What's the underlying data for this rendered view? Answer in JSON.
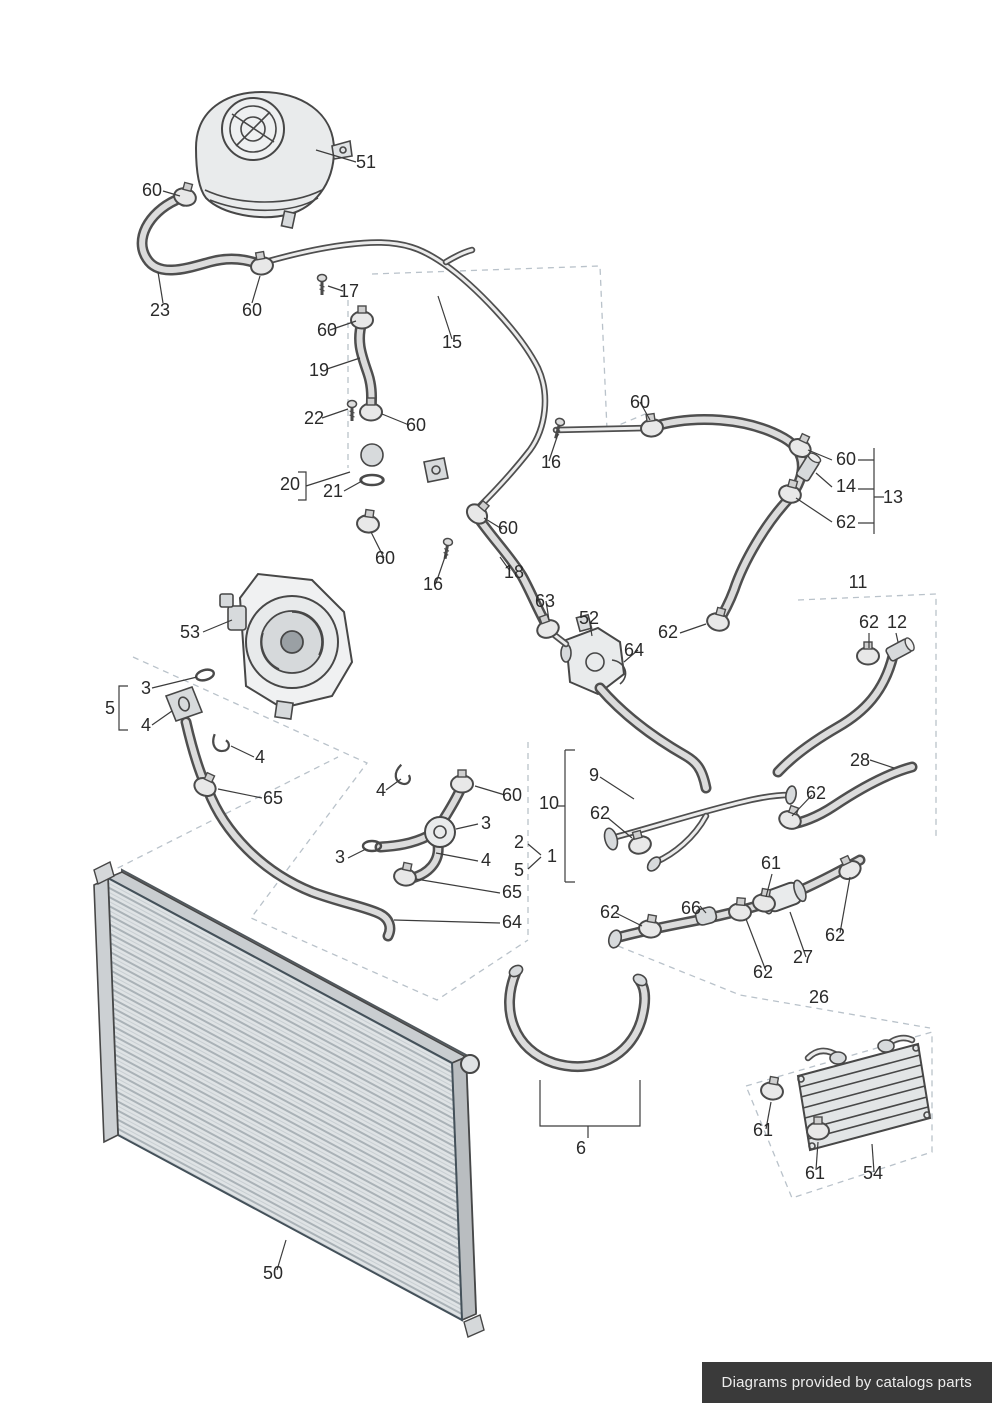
{
  "colors": {
    "ink": "#3c3c3c",
    "label_text": "#2a2a2a",
    "construction_dash": "#b9c2ca",
    "hose_outline": "#4f4f4f",
    "hose_fill": "#dcdcdc",
    "metal_fill": "#e9ebec",
    "footer_bg": "#3a3a3a",
    "footer_text": "#ededed"
  },
  "callouts": [
    {
      "text": "51"
    },
    {
      "text": "60"
    },
    {
      "text": "23"
    },
    {
      "text": "60"
    },
    {
      "text": "17"
    },
    {
      "text": "60"
    },
    {
      "text": "19"
    },
    {
      "text": "15"
    },
    {
      "text": "22"
    },
    {
      "text": "60"
    },
    {
      "text": "20"
    },
    {
      "text": "21"
    },
    {
      "text": "16"
    },
    {
      "text": "60"
    },
    {
      "text": "60"
    },
    {
      "text": "14"
    },
    {
      "text": "13"
    },
    {
      "text": "62"
    },
    {
      "text": "60"
    },
    {
      "text": "60"
    },
    {
      "text": "16"
    },
    {
      "text": "18"
    },
    {
      "text": "63"
    },
    {
      "text": "52"
    },
    {
      "text": "62"
    },
    {
      "text": "64"
    },
    {
      "text": "11"
    },
    {
      "text": "62"
    },
    {
      "text": "12"
    },
    {
      "text": "53"
    },
    {
      "text": "3"
    },
    {
      "text": "5"
    },
    {
      "text": "4"
    },
    {
      "text": "4"
    },
    {
      "text": "65"
    },
    {
      "text": "4"
    },
    {
      "text": "60"
    },
    {
      "text": "9"
    },
    {
      "text": "10"
    },
    {
      "text": "62"
    },
    {
      "text": "28"
    },
    {
      "text": "62"
    },
    {
      "text": "3"
    },
    {
      "text": "2"
    },
    {
      "text": "1"
    },
    {
      "text": "4"
    },
    {
      "text": "5"
    },
    {
      "text": "3"
    },
    {
      "text": "65"
    },
    {
      "text": "64"
    },
    {
      "text": "61"
    },
    {
      "text": "62"
    },
    {
      "text": "66"
    },
    {
      "text": "62"
    },
    {
      "text": "62"
    },
    {
      "text": "27"
    },
    {
      "text": "26"
    },
    {
      "text": "6"
    },
    {
      "text": "61"
    },
    {
      "text": "61"
    },
    {
      "text": "54"
    },
    {
      "text": "50"
    }
  ],
  "footer": {
    "text": "Diagrams provided by catalogs parts"
  }
}
